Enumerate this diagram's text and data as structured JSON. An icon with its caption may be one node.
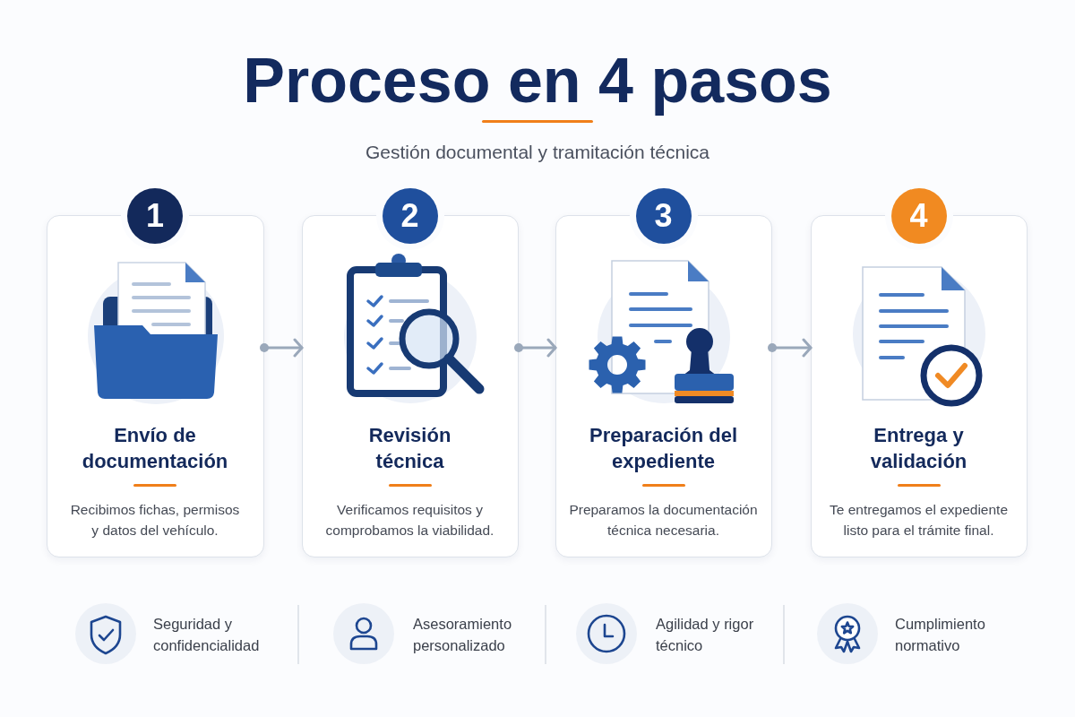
{
  "diagram": {
    "title": "Proceso en 4 pasos",
    "nodes": [
      {
        "text": [
          "1",
          "Envío de documentación",
          "Recibimos fichas, permisos y datos del vehículo."
        ]
      },
      {
        "text": [
          "2",
          "Revisión técnica",
          "Verificamos requisitos y comprobamos la viabilidad."
        ]
      },
      {
        "text": [
          "3",
          "Preparación del expediente",
          "Preparamos la documentación técnica necesaria."
        ]
      },
      {
        "text": [
          "4",
          "Entrega y validación",
          "Te entregamos el expediente listo para el trámite final."
        ]
      }
    ],
    "edges": [
      {
        "from": 0,
        "to": 1,
        "arrow": "to"
      },
      {
        "from": 1,
        "to": 2,
        "arrow": "to"
      },
      {
        "from": 2,
        "to": 3,
        "arrow": "to"
      }
    ],
    "labels": [
      "Gestión documental y tramitación técnica",
      "Seguridad y confidencialidad",
      "Asesoramiento personalizado",
      "Agilidad y rigor técnico",
      "Cumplimiento normativo"
    ]
  }
}
